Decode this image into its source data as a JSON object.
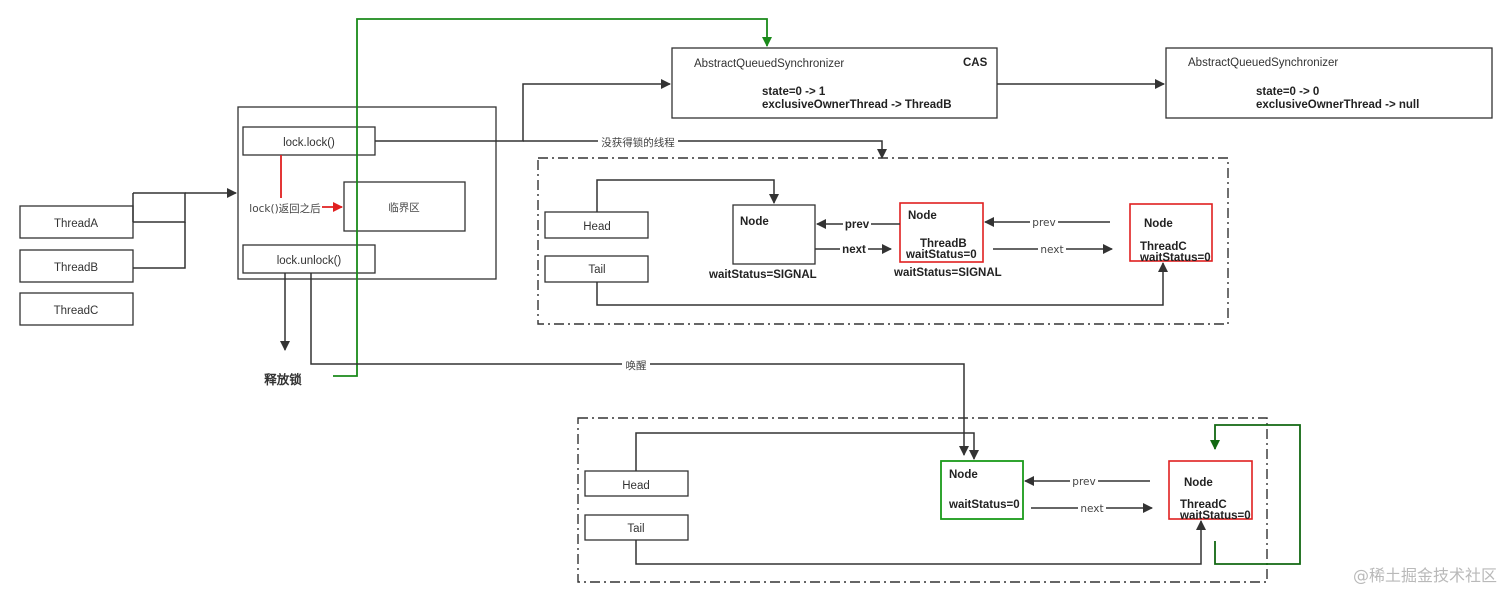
{
  "threads": [
    "ThreadA",
    "ThreadB",
    "ThreadC"
  ],
  "lock_box": {
    "lock_call": "lock.lock()",
    "after_lock": "lock()返回之后",
    "critical_section": "临界区",
    "unlock_call": "lock.unlock()"
  },
  "release_lock_label": "释放锁",
  "wake_label": "唤醒",
  "no_lock_threads_label": "没获得锁的线程",
  "aqs_before": {
    "title": "AbstractQueuedSynchronizer",
    "cas_label": "CAS",
    "state": "state=0  -> 1",
    "owner": "exclusiveOwnerThread -> ThreadB"
  },
  "aqs_after": {
    "title": "AbstractQueuedSynchronizer",
    "state": "state=0  -> 0",
    "owner": "exclusiveOwnerThread ->  null"
  },
  "queue_top": {
    "head": "Head",
    "tail": "Tail",
    "node1": {
      "title": "Node",
      "status": "waitStatus=SIGNAL"
    },
    "node2": {
      "title": "Node",
      "thread": "ThreadB",
      "status_inner": "waitStatus=0",
      "status_outer": "waitStatus=SIGNAL"
    },
    "node3": {
      "title": "Node",
      "thread": "ThreadC",
      "status_inner": "waitStatus=0"
    },
    "prev_label_1": "prev",
    "next_label_1": "next",
    "prev_label_2": "prev",
    "next_label_2": "next"
  },
  "queue_bottom": {
    "head": "Head",
    "tail": "Tail",
    "node1": {
      "title": "Node",
      "status": "waitStatus=0"
    },
    "node2": {
      "title": "Node",
      "thread": "ThreadC",
      "status_inner": "waitStatus=0"
    },
    "prev_label": "prev",
    "next_label": "next"
  },
  "watermark": "@稀土掘金技术社区",
  "colors": {
    "line": "#333333",
    "red": "#e02020",
    "green": "#1a9a1a",
    "dark_green": "#126812",
    "watermark": "#b9b9b9"
  }
}
